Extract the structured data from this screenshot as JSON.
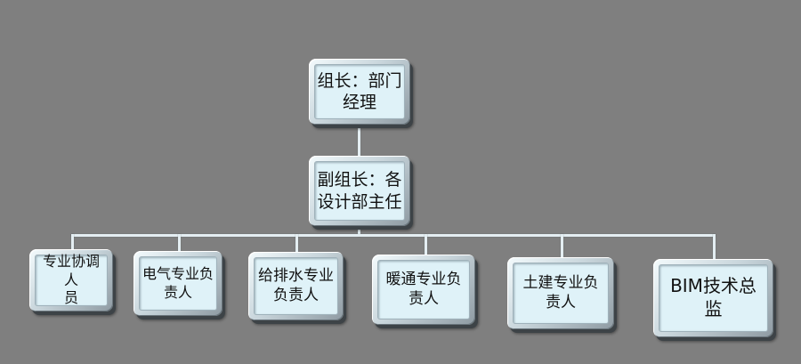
{
  "diagram": {
    "type": "org-chart",
    "background_color": "#7f7f7f",
    "connector_color": "#e4eef2",
    "box_fill_color": "#dff2f8",
    "root": {
      "label": "组长：部门经理",
      "line1": "组长：部门",
      "line2": "经理"
    },
    "deputy": {
      "label": "副组长：各设计部主任",
      "line1": "副组长：各",
      "line2": "设计部主任"
    },
    "members": [
      {
        "label": "专业协调人员",
        "line1": "专业协调人",
        "line2": "员"
      },
      {
        "label": "电气专业负责人",
        "line1": "电气专业负",
        "line2": "责人"
      },
      {
        "label": "给排水专业负责人",
        "line1": "给排水专业",
        "line2": "负责人"
      },
      {
        "label": "暖通专业负责人",
        "line1": "暖通专业负",
        "line2": "责人"
      },
      {
        "label": "土建专业负责人",
        "line1": "土建专业负",
        "line2": "责人"
      },
      {
        "label": "BIM技术总监",
        "line1": "BIM技术总",
        "line2": "监"
      }
    ],
    "edges": [
      [
        "root",
        "deputy"
      ],
      [
        "deputy",
        "members.0"
      ],
      [
        "deputy",
        "members.1"
      ],
      [
        "deputy",
        "members.2"
      ],
      [
        "deputy",
        "members.3"
      ],
      [
        "deputy",
        "members.4"
      ],
      [
        "deputy",
        "members.5"
      ]
    ]
  }
}
